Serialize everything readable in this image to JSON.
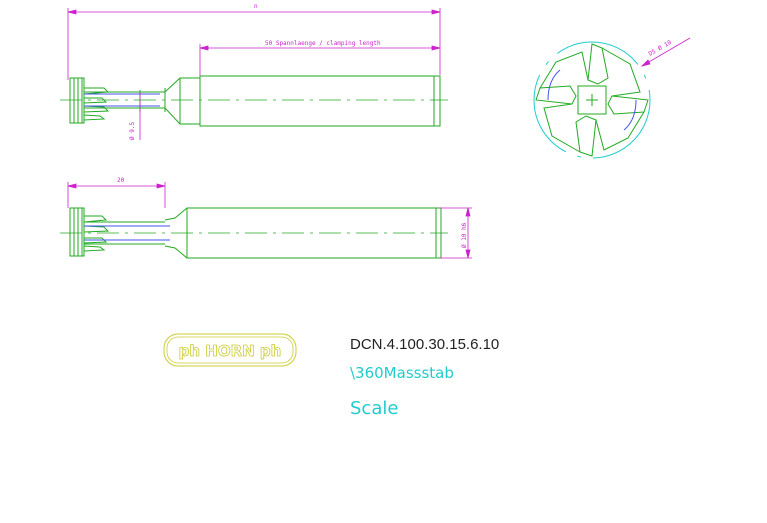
{
  "drawing": {
    "dimension_overall": "n",
    "dimension_clamping": "50 Spannlaenge / clamping length",
    "dimension_neck_diameter": "Ø 9.5",
    "dimension_head_length": "20",
    "dimension_shank_diameter": "Ø 10 h6",
    "dimension_tool_diameter": "D5 Ø 10"
  },
  "title_block": {
    "logo_text": "ph HORN ph",
    "part_code": "DCN.4.100.30.15.6.10",
    "scale_command": "\\360Massstab",
    "scale_label": "Scale"
  },
  "colors": {
    "outline": "#22aa22",
    "centerline": "#22aa22",
    "dimension": "#cc22cc",
    "blue_lines": "#4455ee",
    "logo": "#cccc33",
    "cyan_text": "#22cccc"
  }
}
